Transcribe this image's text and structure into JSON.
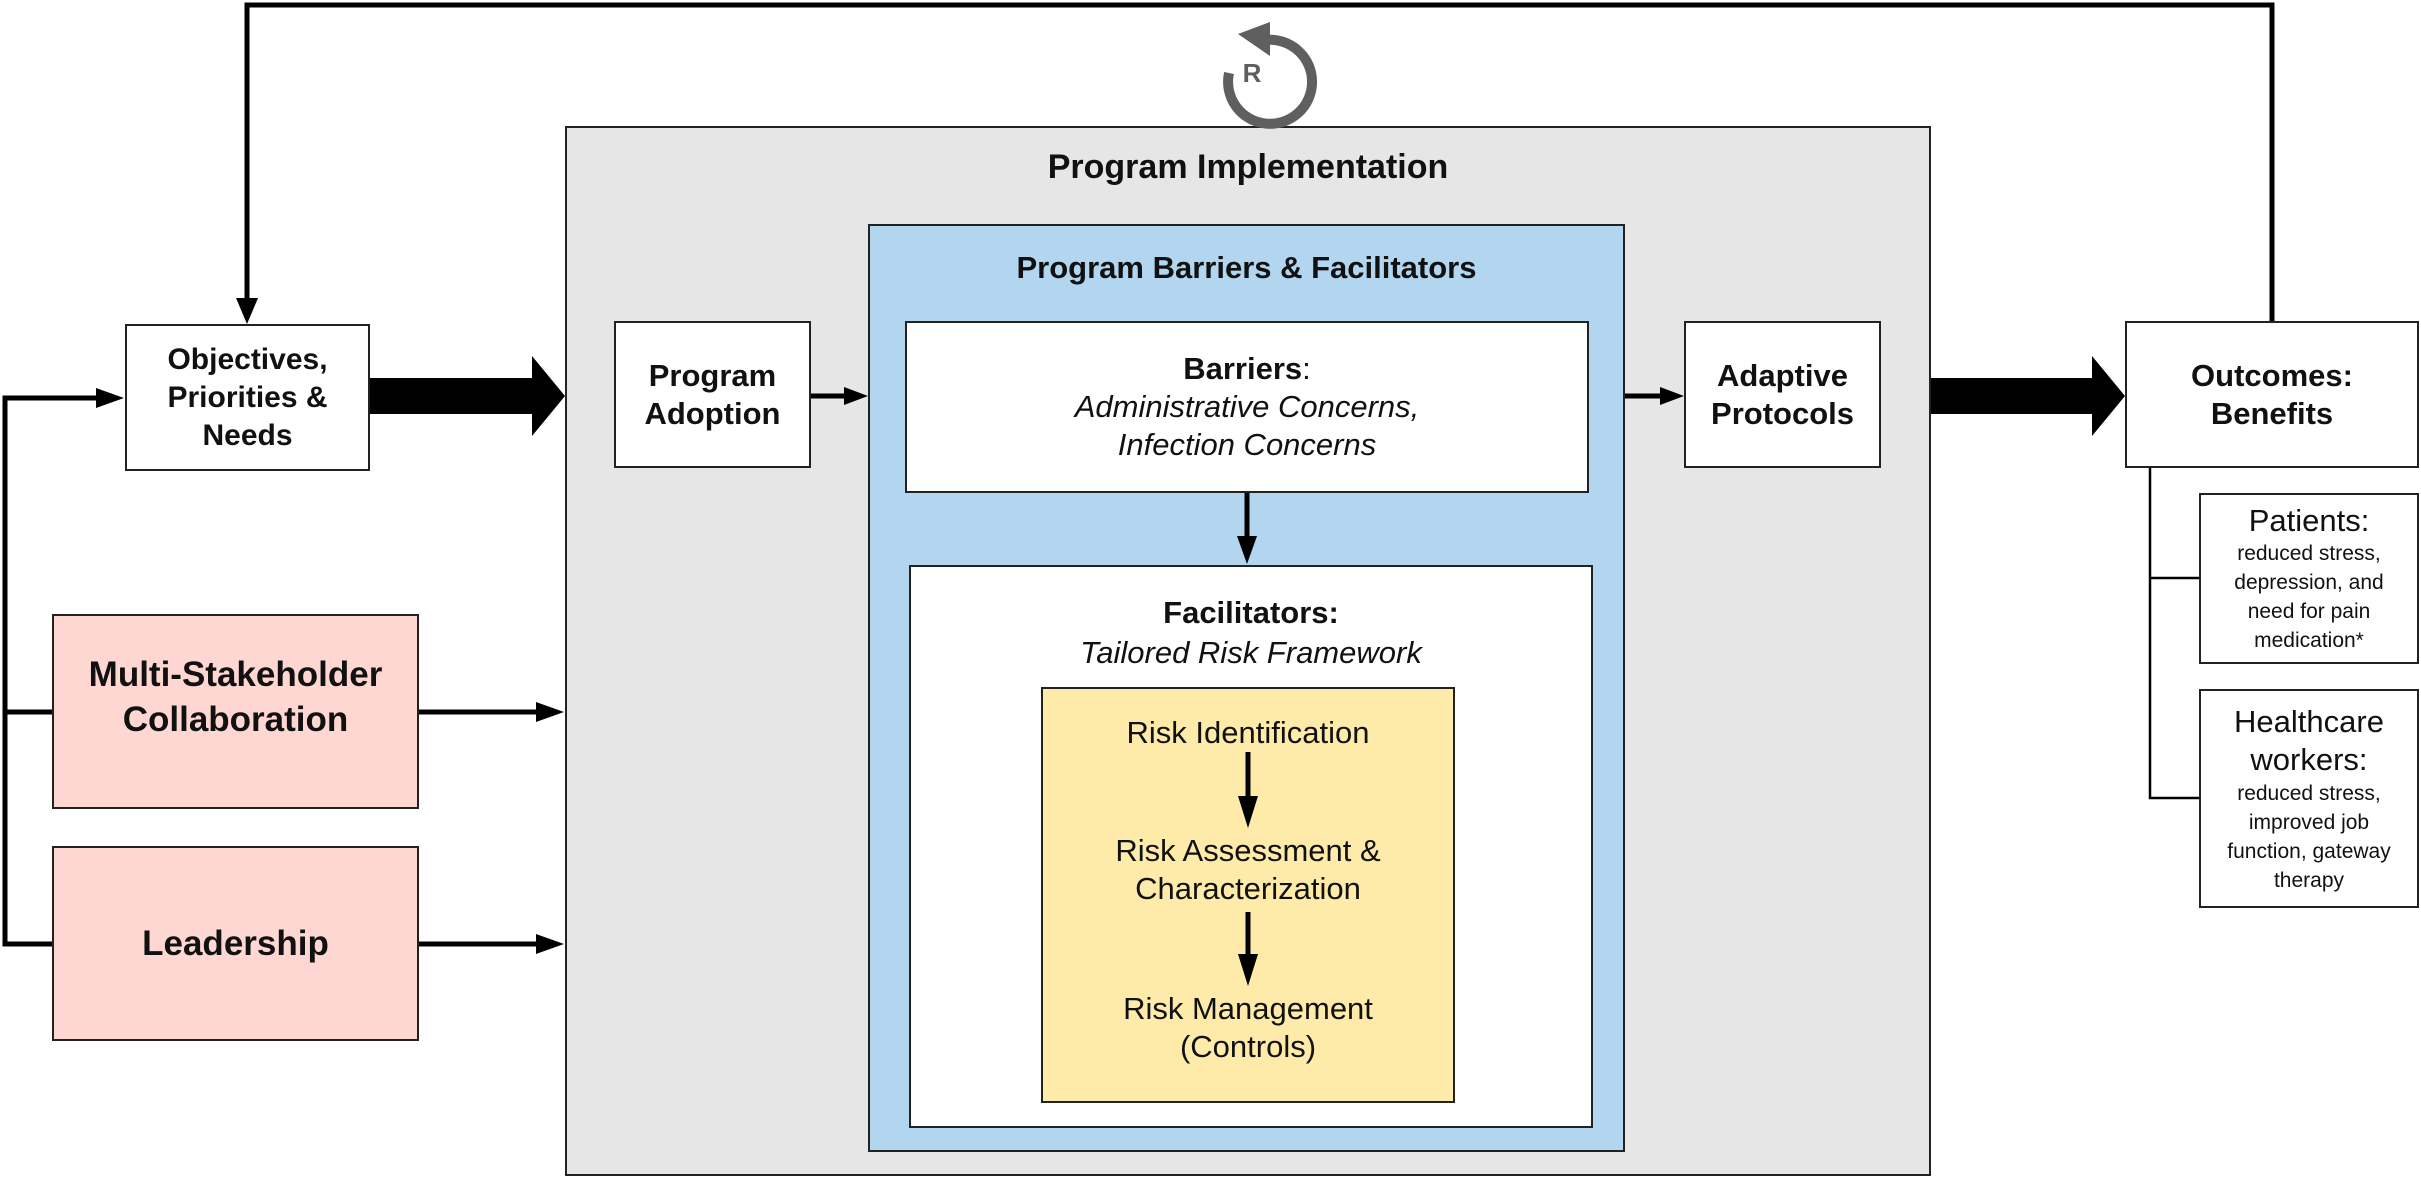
{
  "colors": {
    "implementation_bg": "#e6e6e6",
    "barriers_facilitators_bg": "#b3d6f0",
    "risk_framework_bg": "#feeaa9",
    "stakeholder_bg": "#ffd7d2",
    "arrow": "#000000",
    "recycle_icon": "#5f5f5f"
  },
  "recycle_icon": {
    "label": "R"
  },
  "objectives": {
    "label": "Objectives, Priorities & Needs"
  },
  "stakeholders": [
    {
      "label": "Multi-Stakeholder Collaboration"
    },
    {
      "label": "Leadership"
    }
  ],
  "implementation": {
    "title": "Program Implementation",
    "adoption": "Program Adoption",
    "adaptive": "Adaptive Protocols",
    "barriers_facilitators": {
      "title": "Program Barriers & Facilitators",
      "barriers": {
        "heading": "Barriers",
        "colon": ":",
        "line1": "Administrative Concerns,",
        "line2": "Infection Concerns"
      },
      "facilitators": {
        "heading": "Facilitators:",
        "subtitle": "Tailored Risk Framework",
        "steps": [
          {
            "line1": "Risk Identification",
            "line2": ""
          },
          {
            "line1": "Risk Assessment &",
            "line2": "Characterization"
          },
          {
            "line1": "Risk Management",
            "line2": "(Controls)"
          }
        ]
      }
    }
  },
  "outcomes": {
    "title_line1": "Outcomes:",
    "title_line2": "Benefits",
    "groups": [
      {
        "heading": "Patients:",
        "text": "reduced stress, depression, and need for pain medication*"
      },
      {
        "heading": "Healthcare workers:",
        "text": "reduced stress, improved job function, gateway therapy"
      }
    ]
  }
}
